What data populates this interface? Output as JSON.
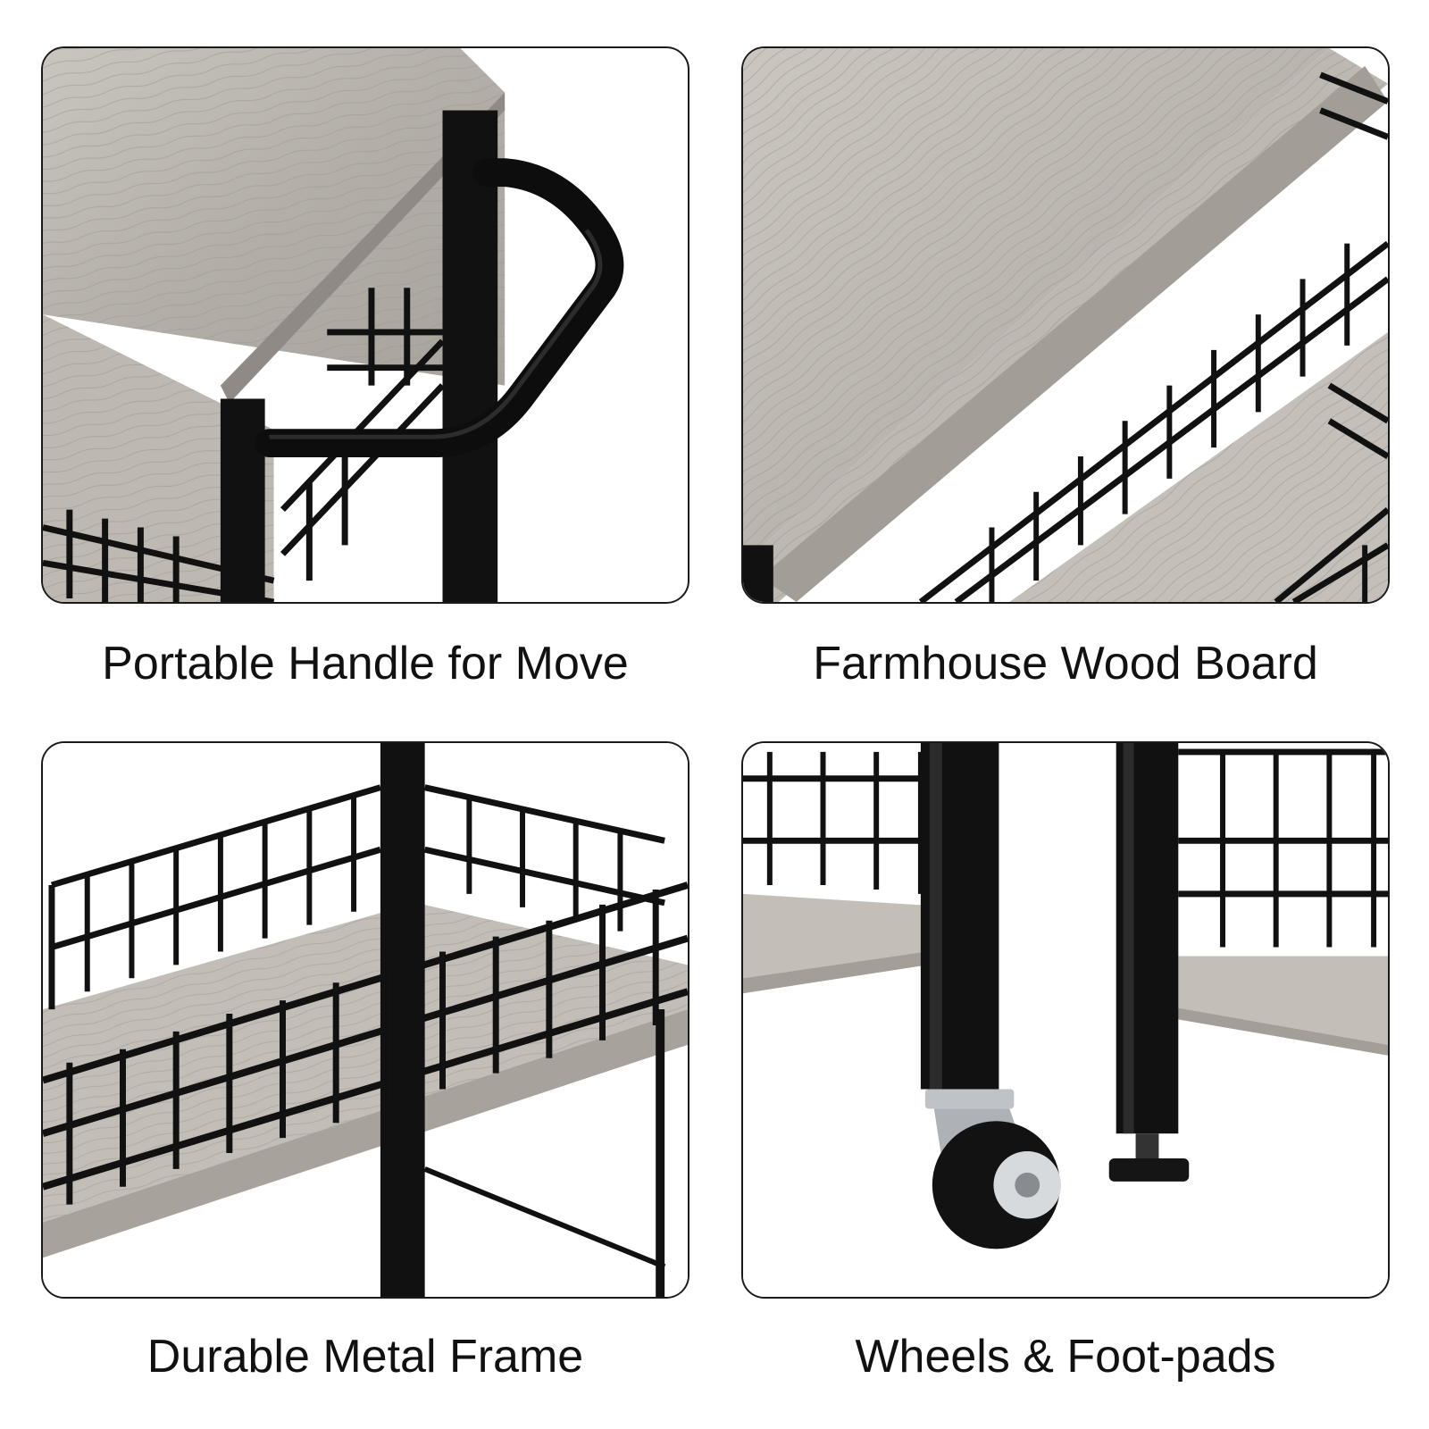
{
  "colors": {
    "wood": "#b8b3ad",
    "wood_dark": "#9d9892",
    "metal": "#111111",
    "border": "#1a1a1a",
    "text": "#111111",
    "background": "#ffffff"
  },
  "panels": [
    {
      "caption": "Portable Handle for Move",
      "depicts": "handle"
    },
    {
      "caption": "Farmhouse Wood Board",
      "depicts": "wood-board"
    },
    {
      "caption": "Durable Metal Frame",
      "depicts": "metal-frame"
    },
    {
      "caption": "Wheels & Foot-pads",
      "depicts": "wheels-footpads"
    }
  ]
}
